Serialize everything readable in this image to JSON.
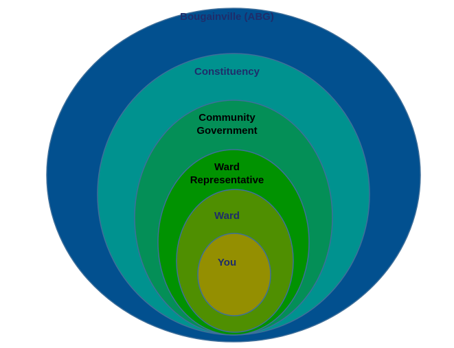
{
  "diagram": {
    "colors": {
      "outline": "#3f6f9a",
      "label_dark": "#000000",
      "label_navy": "#1f2d6b"
    },
    "rings": [
      {
        "label": "Bougainville (ABG)",
        "fill": "#02508f",
        "label_color": "#1f2d6b"
      },
      {
        "label": "Constituency",
        "fill": "#00928f",
        "label_color": "#1f2d6b"
      },
      {
        "label": "Community\nGovernment",
        "fill": "#048f57",
        "label_color": "#000000"
      },
      {
        "label": "Ward\nRepresentative",
        "fill": "#019201",
        "label_color": "#000000"
      },
      {
        "label": "Ward",
        "fill": "#4f8f01",
        "label_color": "#1f2d6b"
      },
      {
        "label": "You",
        "fill": "#948f01",
        "label_color": "#1f2d6b"
      }
    ]
  }
}
